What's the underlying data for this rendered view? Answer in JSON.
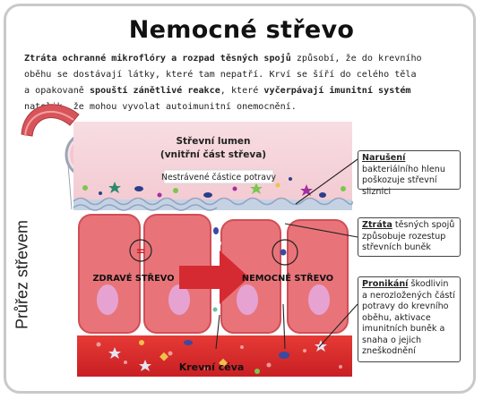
{
  "title": "Nemocné střevo",
  "intro": {
    "l1a": "Ztráta ochranné mikroflóry a rozpad těsných spojů",
    "l1b": " způsobí, že do krevního",
    "l2": "oběhu se dostávají látky, které tam nepatří. Krví se šíří do celého těla",
    "l3a": "a opakovaně ",
    "l3b": "spouští zánětlivé reakce",
    "l3c": ", které ",
    "l3d": "vyčerpávají imunitní systém",
    "l4": "natolik, že mohou vyvolat autoimunitní onemocnění."
  },
  "diagram": {
    "lumen_l1": "Střevní lumen",
    "lumen_l2": "(vnitřní část střeva)",
    "undigested": "Nestrávené částice potravy",
    "healthy": "ZDRAVÉ STŘEVO",
    "sick": "NEMOCNÉ STŘEVO",
    "blood": "Krevní céva",
    "equals": "="
  },
  "side_label": "Průřez střevem",
  "callouts": {
    "c1_hl": "Narušení",
    "c1_text": " bakteriálního hlenu poškozuje střevní sliznici",
    "c2_hl": "Ztráta",
    "c2_text": " těsných spojů způsobuje rozestup střevních buněk",
    "c3_hl": "Pronikání",
    "c3_text": " škodlivin a nerozložených částí potravy do krevního oběhu, aktivace imunitních buněk a snaha o jejich zneškodnění"
  },
  "colors": {
    "cell": "#e8757a",
    "cell_border": "#d4565c",
    "nucleus": "#e6a3d2",
    "lumen": "#f6d3d9",
    "mucus": "#b7c7de",
    "blood": "#dd2a2a",
    "arrow": "#d62a33"
  }
}
